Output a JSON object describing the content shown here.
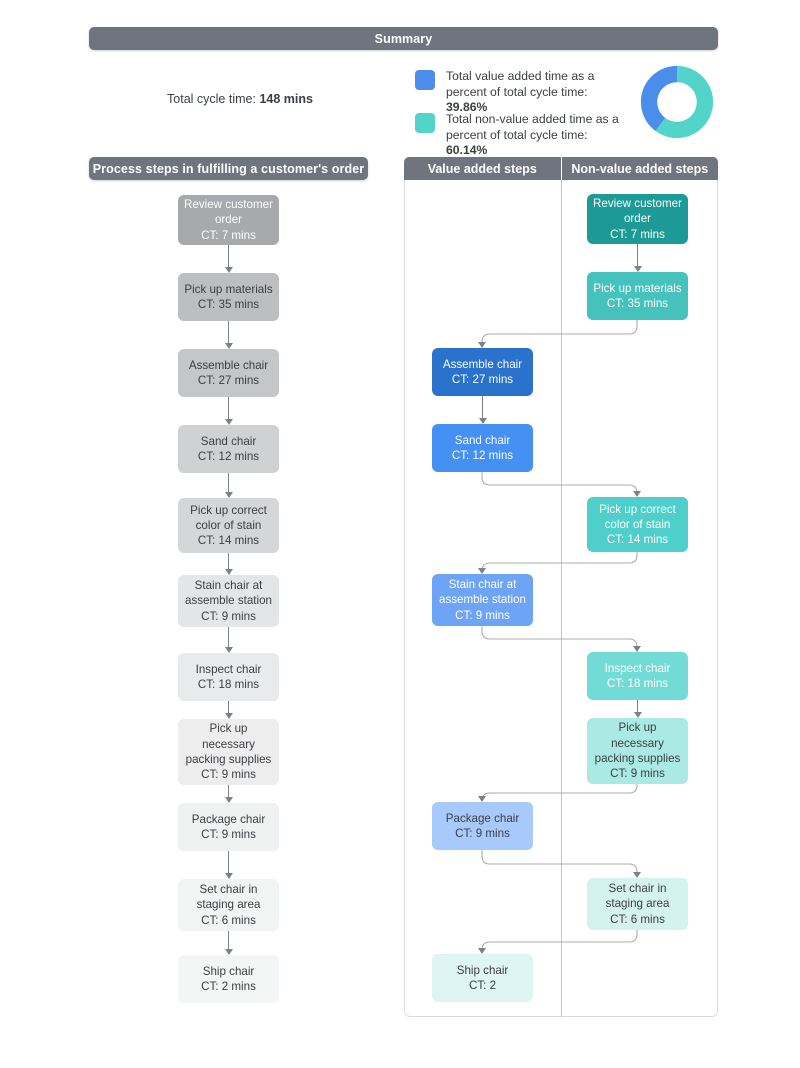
{
  "summary": {
    "title": "Summary",
    "total_cycle_label": "Total cycle time:",
    "total_cycle_value": "148 mins",
    "legend": [
      {
        "swatch_color": "#4a8eea",
        "text_part1": "Total value added time as a percent of total cycle time:",
        "value": "39.86%"
      },
      {
        "swatch_color": "#53d4cb",
        "text_part1": "Total non-value added time as a percent of total cycle time:",
        "value": "60.14%"
      }
    ]
  },
  "chart_data": {
    "type": "pie",
    "title": "Summary",
    "labels": [
      "Total value added time as a percent of total cycle time",
      "Total non-value added time as a percent of total cycle time"
    ],
    "values": [
      39.86,
      60.14
    ],
    "colors": [
      "#4a8eea",
      "#53d4cb"
    ],
    "units": "percent",
    "donut": true,
    "legend_position": "left",
    "total_cycle_time_mins": 148
  },
  "left_column": {
    "header": "Process steps in fulfilling a customer's order",
    "steps": [
      {
        "name": "Review customer order",
        "ct": "CT: 7 mins",
        "bg": "#a7a9ac",
        "fg": "#ffffff"
      },
      {
        "name": "Pick up materials",
        "ct": "CT: 35 mins",
        "bg": "#bcbec0",
        "fg": "#3c4043"
      },
      {
        "name": "Assemble chair",
        "ct": "CT: 27 mins",
        "bg": "#c4c6c8",
        "fg": "#3c4043"
      },
      {
        "name": "Sand chair",
        "ct": "CT: 12 mins",
        "bg": "#cfd1d3",
        "fg": "#3c4043"
      },
      {
        "name": "Pick up correct color of stain",
        "ct": "CT: 14 mins",
        "bg": "#d4d6d8",
        "fg": "#3c4043"
      },
      {
        "name": "Stain chair at assemble station",
        "ct": "CT: 9 mins",
        "bg": "#e4e5e6",
        "fg": "#3c4043"
      },
      {
        "name": "Inspect chair",
        "ct": "CT: 18 mins",
        "bg": "#e9eaeb",
        "fg": "#3c4043"
      },
      {
        "name": "Pick up necessary packing supplies",
        "ct": "CT: 9 mins",
        "bg": "#ededee",
        "fg": "#3c4043"
      },
      {
        "name": "Package chair",
        "ct": "CT: 9 mins",
        "bg": "#f0f1f1",
        "fg": "#3c4043"
      },
      {
        "name": "Set chair in staging area",
        "ct": "CT: 6 mins",
        "bg": "#f2f3f3",
        "fg": "#3c4043"
      },
      {
        "name": "Ship chair",
        "ct": "CT: 2 mins",
        "bg": "#f4f5f5",
        "fg": "#3c4043"
      }
    ]
  },
  "right_panel": {
    "headers": [
      "Value added steps",
      "Non-value added steps"
    ],
    "steps": [
      {
        "name": "Review customer order",
        "ct": "CT: 7 mins",
        "column": "non-value",
        "bg": "#1e9a96",
        "fg": "#ffffff"
      },
      {
        "name": "Pick up materials",
        "ct": "CT: 35 mins",
        "column": "non-value",
        "bg": "#45c2bb",
        "fg": "#ffffff"
      },
      {
        "name": "Assemble chair",
        "ct": "CT: 27 mins",
        "column": "value",
        "bg": "#2b72cd",
        "fg": "#ffffff"
      },
      {
        "name": "Sand chair",
        "ct": "CT: 12 mins",
        "column": "value",
        "bg": "#4490f3",
        "fg": "#ffffff"
      },
      {
        "name": "Pick up correct color of stain",
        "ct": "CT: 14 mins",
        "column": "non-value",
        "bg": "#4ecfca",
        "fg": "#ffffff"
      },
      {
        "name": "Stain chair at assemble station",
        "ct": "CT: 9 mins",
        "column": "value",
        "bg": "#6ea4f5",
        "fg": "#ffffff"
      },
      {
        "name": "Inspect chair",
        "ct": "CT: 18 mins",
        "column": "non-value",
        "bg": "#73dbd6",
        "fg": "#ffffff"
      },
      {
        "name": "Pick up necessary packing supplies",
        "ct": "CT: 9 mins",
        "column": "non-value",
        "bg": "#abe9e4",
        "fg": "#3c4043"
      },
      {
        "name": "Package chair",
        "ct": "CT: 9 mins",
        "column": "value",
        "bg": "#a8c9fb",
        "fg": "#3c4043"
      },
      {
        "name": "Set chair in staging area",
        "ct": "CT: 6 mins",
        "column": "non-value",
        "bg": "#d4f2f0",
        "fg": "#3c4043"
      },
      {
        "name": "Ship chair",
        "ct": "CT: 2",
        "column": "value",
        "bg": "#dff5f3",
        "fg": "#3c4043"
      }
    ]
  }
}
